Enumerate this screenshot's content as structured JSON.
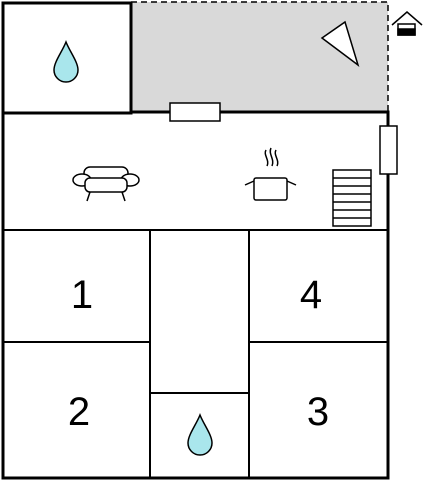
{
  "floor_plan": {
    "rooms": [
      {
        "id": "bedroom-1",
        "number": "1"
      },
      {
        "id": "bedroom-2",
        "number": "2"
      },
      {
        "id": "bedroom-3",
        "number": "3"
      },
      {
        "id": "bedroom-4",
        "number": "4"
      }
    ],
    "icons": [
      "water-drop-icon",
      "water-drop-icon",
      "sofa-icon",
      "cooking-pot-icon",
      "stairs-icon",
      "parasol-icon",
      "house-icon"
    ],
    "colors": {
      "terrace_fill": "#d9d9d9",
      "wall": "#000000",
      "water_drop": "#a9e6ec"
    }
  }
}
